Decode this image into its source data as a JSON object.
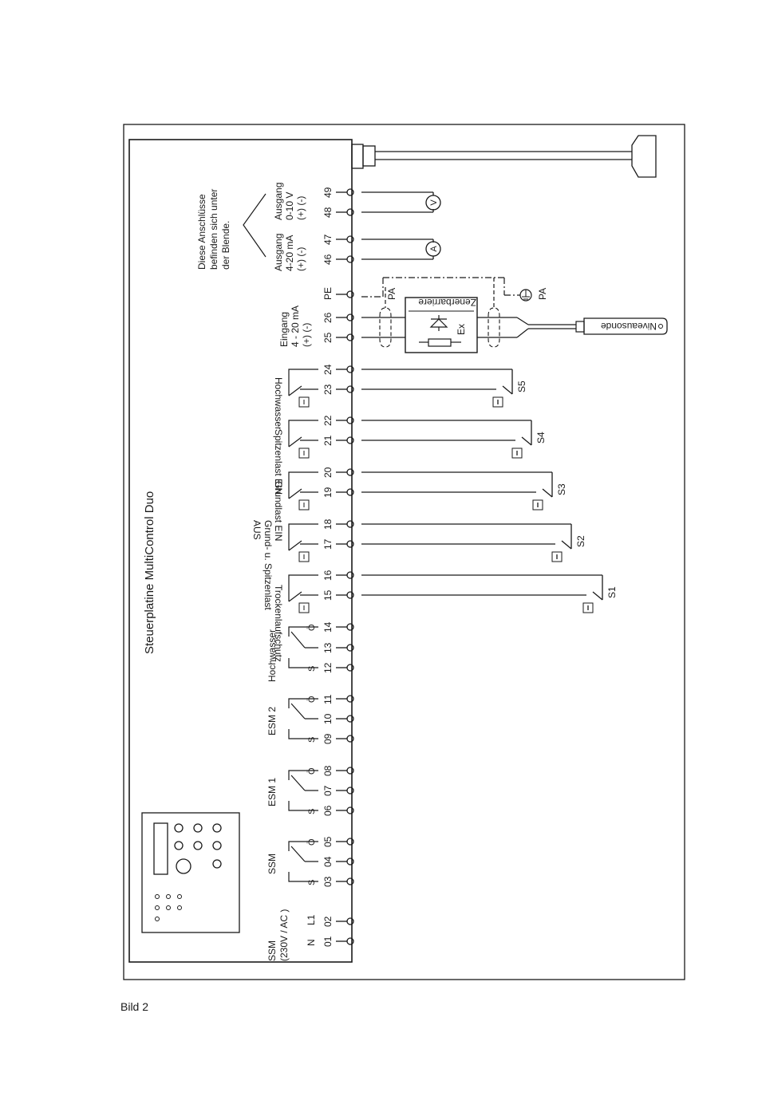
{
  "board_title": "Steuerplatine MultiControl Duo",
  "caption": "Bild 2",
  "note": [
    "Diese Anschlüsse",
    "befinden sich unter",
    "der Blende."
  ],
  "groups": {
    "ssm_power": [
      "SSM",
      "(230V / AC )"
    ],
    "ssm": "SSM",
    "esm1": "ESM 1",
    "esm2": "ESM 2",
    "hochwasser_relay": "Hochwasser",
    "trockenlauf": "Trockenlaufschutz",
    "grund_spitze": [
      "Grund- u. Spitzenlast",
      "AUS"
    ],
    "grundlast": "Grundlast EIN",
    "spitzenlast": "Spitzenlast EIN",
    "hochwasser_sw": "Hochwasser",
    "eingang": [
      "Eingang",
      "4 - 20 mA",
      "(+) (-)"
    ],
    "ausgang_ma": [
      "Ausgang",
      "4-20 mA",
      "(+) (-)"
    ],
    "ausgang_v": [
      "Ausgang",
      "0-10 V",
      "(+) (-)"
    ]
  },
  "terminals": [
    "01",
    "02",
    "03",
    "04",
    "05",
    "06",
    "07",
    "08",
    "09",
    "10",
    "11",
    "12",
    "13",
    "14",
    "15",
    "16",
    "17",
    "18",
    "19",
    "20",
    "21",
    "22",
    "23",
    "24",
    "25",
    "26",
    "PE",
    "46",
    "47",
    "48",
    "49"
  ],
  "contact_letters": {
    "n": "N",
    "l1": "L1",
    "s": "S",
    "oe": "Ö"
  },
  "switches": [
    "S1",
    "S2",
    "S3",
    "S4",
    "S5"
  ],
  "meters": {
    "ammeter": "A",
    "voltmeter": "V"
  },
  "zener": {
    "label": "Zenerbarriere",
    "ex": "Ex"
  },
  "pa": "PA",
  "probe": "Niveausonde"
}
